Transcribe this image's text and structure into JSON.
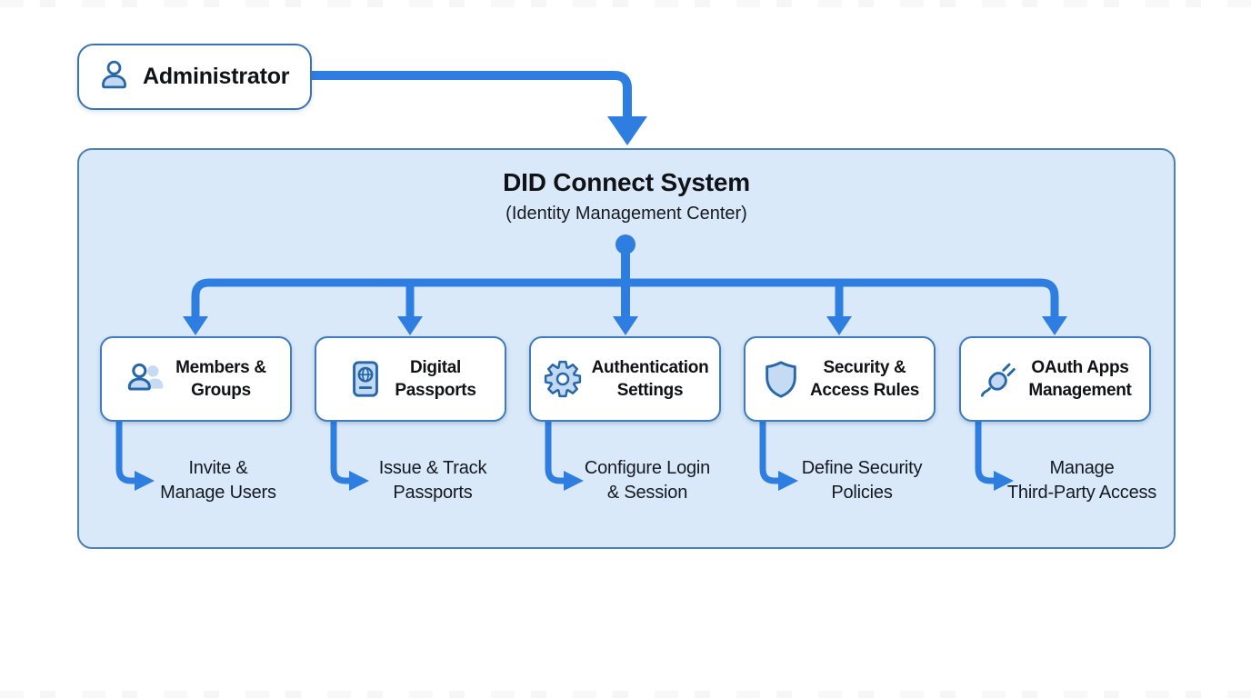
{
  "diagram": {
    "admin": {
      "label": "Administrator",
      "icon": "person-icon"
    },
    "system": {
      "title": "DID Connect System",
      "subtitle": "(Identity Management Center)"
    },
    "modules": [
      {
        "id": "members-groups",
        "icon": "users-icon",
        "title_line1": "Members &",
        "title_line2": "Groups",
        "sub_line1": "Invite &",
        "sub_line2": "Manage Users"
      },
      {
        "id": "digital-passports",
        "icon": "passport-icon",
        "title_line1": "Digital",
        "title_line2": "Passports",
        "sub_line1": "Issue & Track",
        "sub_line2": "Passports"
      },
      {
        "id": "authentication-settings",
        "icon": "gear-icon",
        "title_line1": "Authentication",
        "title_line2": "Settings",
        "sub_line1": "Configure Login",
        "sub_line2": "& Session"
      },
      {
        "id": "security-access-rules",
        "icon": "shield-icon",
        "title_line1": "Security &",
        "title_line2": "Access Rules",
        "sub_line1": "Define Security",
        "sub_line2": "Policies"
      },
      {
        "id": "oauth-apps-management",
        "icon": "plug-icon",
        "title_line1": "OAuth Apps",
        "title_line2": "Management",
        "sub_line1": "Manage",
        "sub_line2": "Third-Party Access"
      }
    ]
  },
  "colors": {
    "accent_arrow_blue": "#2e7ee2",
    "node_border_blue": "#417cba",
    "container_fill": "#d9e9fa",
    "container_border": "#4d80b5",
    "icon_stroke": "#2767a8",
    "icon_fill": "#c3d9f3",
    "text": "#101216",
    "background": "#ffffff"
  }
}
